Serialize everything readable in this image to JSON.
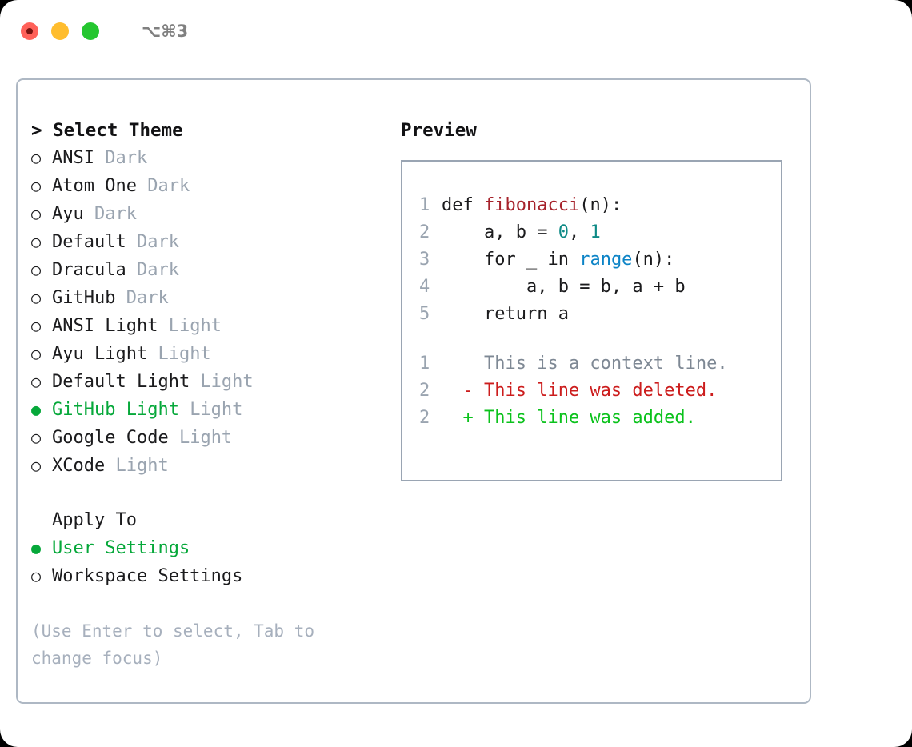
{
  "titlebar": {
    "shortcut": "⌥⌘3",
    "controls": [
      "close",
      "minimize",
      "maximize"
    ]
  },
  "left_panel": {
    "header": "> Select Theme",
    "themes": [
      {
        "bullet": "○",
        "name": "ANSI",
        "variant": "Dark",
        "selected": false
      },
      {
        "bullet": "○",
        "name": "Atom One",
        "variant": "Dark",
        "selected": false
      },
      {
        "bullet": "○",
        "name": "Ayu",
        "variant": "Dark",
        "selected": false
      },
      {
        "bullet": "○",
        "name": "Default",
        "variant": "Dark",
        "selected": false
      },
      {
        "bullet": "○",
        "name": "Dracula",
        "variant": "Dark",
        "selected": false
      },
      {
        "bullet": "○",
        "name": "GitHub",
        "variant": "Dark",
        "selected": false
      },
      {
        "bullet": "○",
        "name": "ANSI Light",
        "variant": "Light",
        "selected": false
      },
      {
        "bullet": "○",
        "name": "Ayu Light",
        "variant": "Light",
        "selected": false
      },
      {
        "bullet": "○",
        "name": "Default Light",
        "variant": "Light",
        "selected": false
      },
      {
        "bullet": "●",
        "name": "GitHub Light",
        "variant": "Light",
        "selected": true
      },
      {
        "bullet": "○",
        "name": "Google Code",
        "variant": "Light",
        "selected": false
      },
      {
        "bullet": "○",
        "name": "XCode",
        "variant": "Light",
        "selected": false
      }
    ],
    "apply_to_label": "Apply To",
    "apply_to_options": [
      {
        "bullet": "●",
        "name": "User Settings",
        "selected": true
      },
      {
        "bullet": "○",
        "name": "Workspace Settings",
        "selected": false
      }
    ],
    "hint": "(Use Enter to select, Tab to change focus)"
  },
  "right_panel": {
    "title": "Preview",
    "code_lines": [
      {
        "num": "1",
        "indent": "",
        "tokens": [
          {
            "t": "def ",
            "k": "kw"
          },
          {
            "t": "fibonacci",
            "k": "fn"
          },
          {
            "t": "(n):",
            "k": "plain"
          }
        ]
      },
      {
        "num": "2",
        "indent": "    ",
        "tokens": [
          {
            "t": "a, b = ",
            "k": "plain"
          },
          {
            "t": "0",
            "k": "num"
          },
          {
            "t": ", ",
            "k": "plain"
          },
          {
            "t": "1",
            "k": "num"
          }
        ]
      },
      {
        "num": "3",
        "indent": "    ",
        "tokens": [
          {
            "t": "for _ in ",
            "k": "kw"
          },
          {
            "t": "range",
            "k": "call"
          },
          {
            "t": "(n):",
            "k": "plain"
          }
        ]
      },
      {
        "num": "4",
        "indent": "        ",
        "tokens": [
          {
            "t": "a, b = b, a + b",
            "k": "plain"
          }
        ]
      },
      {
        "num": "5",
        "indent": "    ",
        "tokens": [
          {
            "t": "return a",
            "k": "kw"
          }
        ]
      }
    ],
    "diff_lines": [
      {
        "num": "1",
        "marker": "  ",
        "text": "This is a context line.",
        "kind": "ctx"
      },
      {
        "num": "2",
        "marker": "- ",
        "text": "This line was deleted.",
        "kind": "del"
      },
      {
        "num": "2",
        "marker": "+ ",
        "text": "This line was added.",
        "kind": "add"
      }
    ]
  },
  "colors": {
    "accent_green": "#06a838",
    "muted": "#9aa4b0",
    "hint": "#a7b0bd",
    "panel_border": "#aeb8c4",
    "preview_border": "#9aa5b3",
    "code_fn": "#a6222b",
    "code_num": "#0e8a86",
    "code_call": "#0b83c6",
    "diff_del": "#cc1d1d",
    "diff_add": "#0bc21c",
    "diff_ctx": "#7e8894"
  }
}
